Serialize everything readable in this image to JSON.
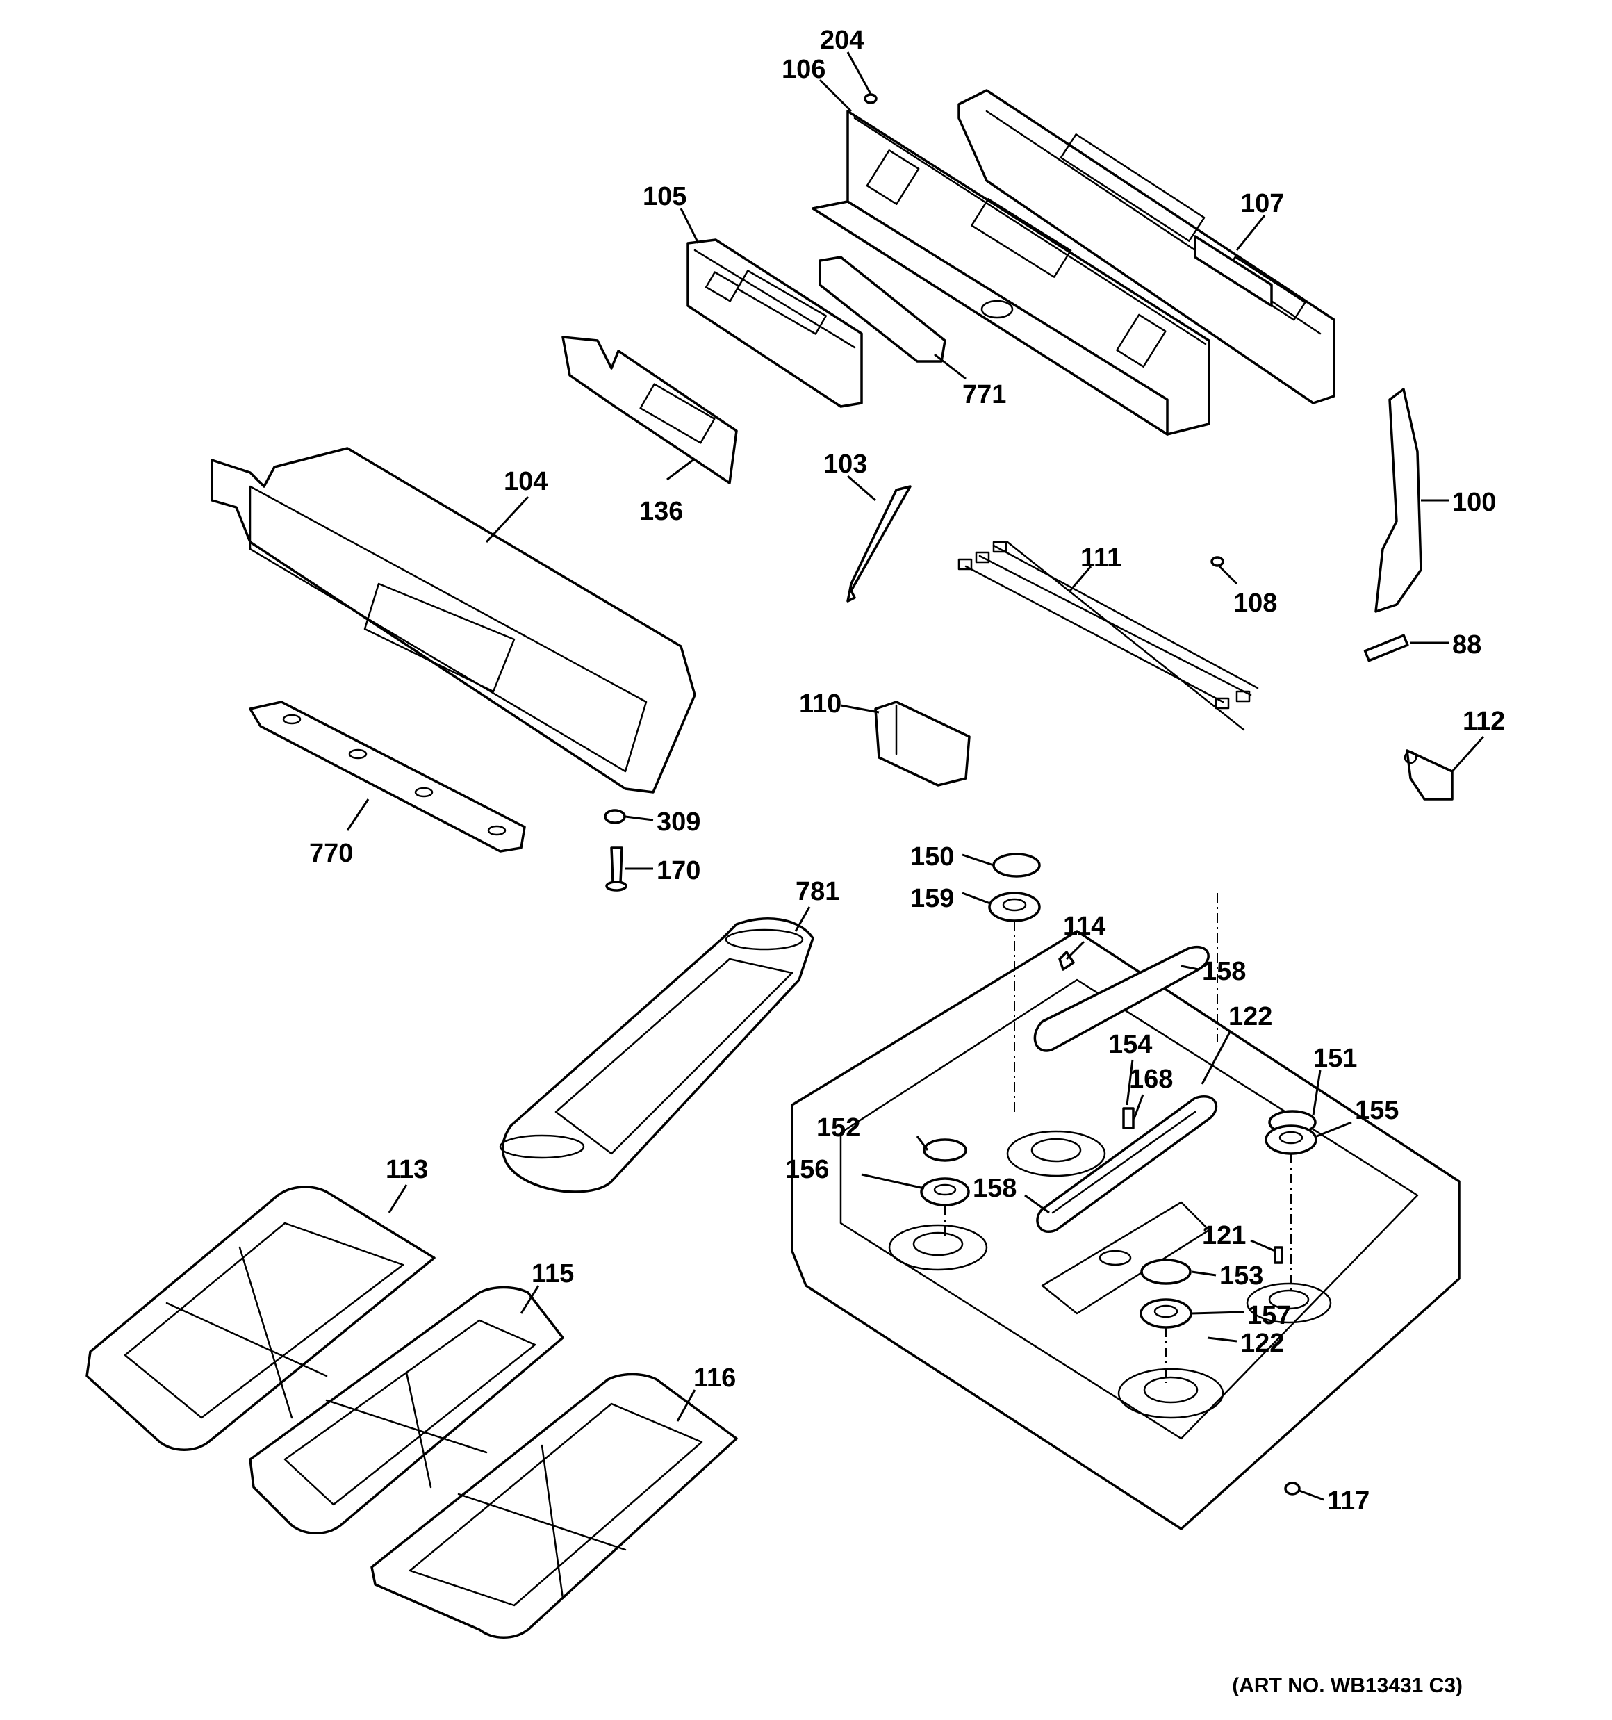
{
  "diagram": {
    "art_number": "(ART NO. WB13431 C3)",
    "callouts": {
      "c204": "204",
      "c106": "106",
      "c105": "105",
      "c107": "107",
      "c771": "771",
      "c136": "136",
      "c104": "104",
      "c103": "103",
      "c100": "100",
      "c111": "111",
      "c108": "108",
      "c88": "88",
      "c110": "110",
      "c112": "112",
      "c309": "309",
      "c770": "770",
      "c170": "170",
      "c781": "781",
      "c150": "150",
      "c159": "159",
      "c114": "114",
      "c158a": "158",
      "c122a": "122",
      "c154": "154",
      "c168": "168",
      "c151": "151",
      "c152": "152",
      "c155": "155",
      "c156": "156",
      "c158b": "158",
      "c121": "121",
      "c113": "113",
      "c153": "153",
      "c115": "115",
      "c157": "157",
      "c122b": "122",
      "c116": "116",
      "c117": "117"
    }
  }
}
